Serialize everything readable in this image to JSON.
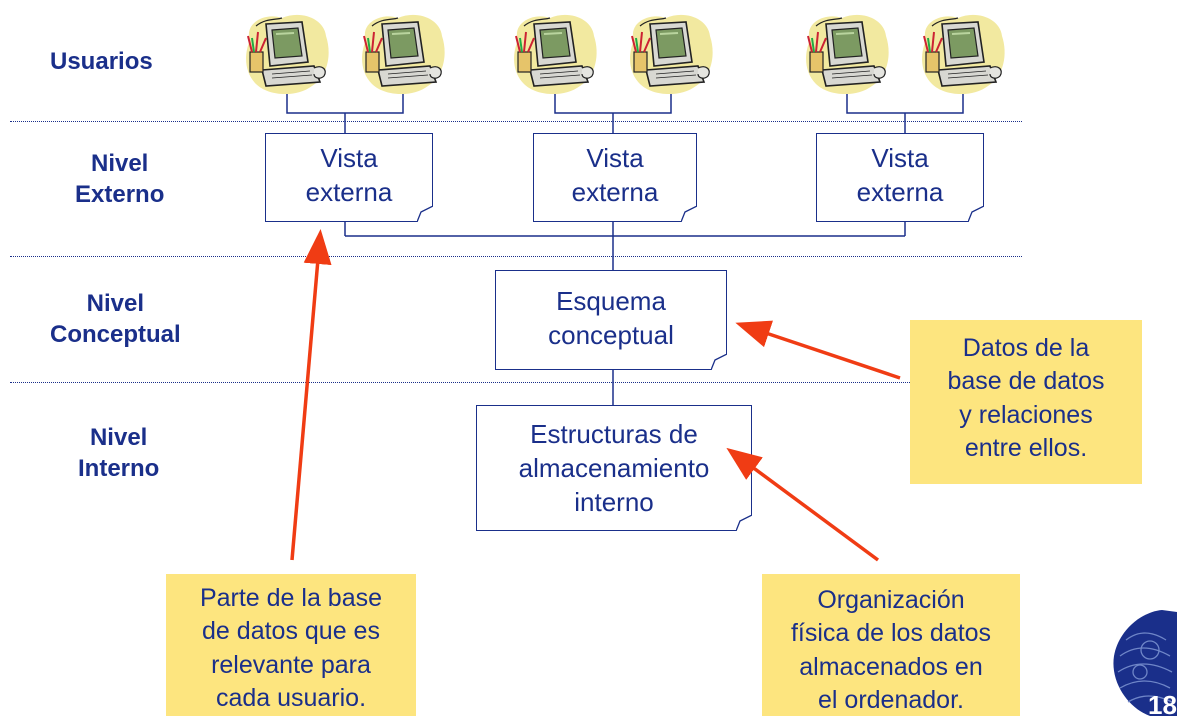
{
  "levels": {
    "users": "Usuarios",
    "external": [
      "Nivel",
      "Externo"
    ],
    "conceptual": [
      "Nivel",
      "Conceptual"
    ],
    "internal": [
      "Nivel",
      "Interno"
    ]
  },
  "views": [
    [
      "Vista",
      "externa"
    ],
    [
      "Vista",
      "externa"
    ],
    [
      "Vista",
      "externa"
    ]
  ],
  "conceptual_schema": [
    "Esquema",
    "conceptual"
  ],
  "internal_storage": [
    "Estructuras de",
    "almacenamiento",
    "interno"
  ],
  "notes": {
    "external": [
      "Parte de la base",
      "de datos que es",
      "relevante para",
      "cada usuario."
    ],
    "conceptual": [
      "Datos de la",
      "base de datos",
      "y relaciones",
      "entre ellos."
    ],
    "internal": [
      "Organización",
      "física de los datos",
      "almacenados en",
      "el ordenador."
    ]
  },
  "page_number": "18",
  "icons": {
    "user": "computer-clipart-icon",
    "logo": "university-logo-icon"
  },
  "colors": {
    "text": "#1a2f8a",
    "note_bg": "#fde57f",
    "arrow": "#f03c14"
  }
}
